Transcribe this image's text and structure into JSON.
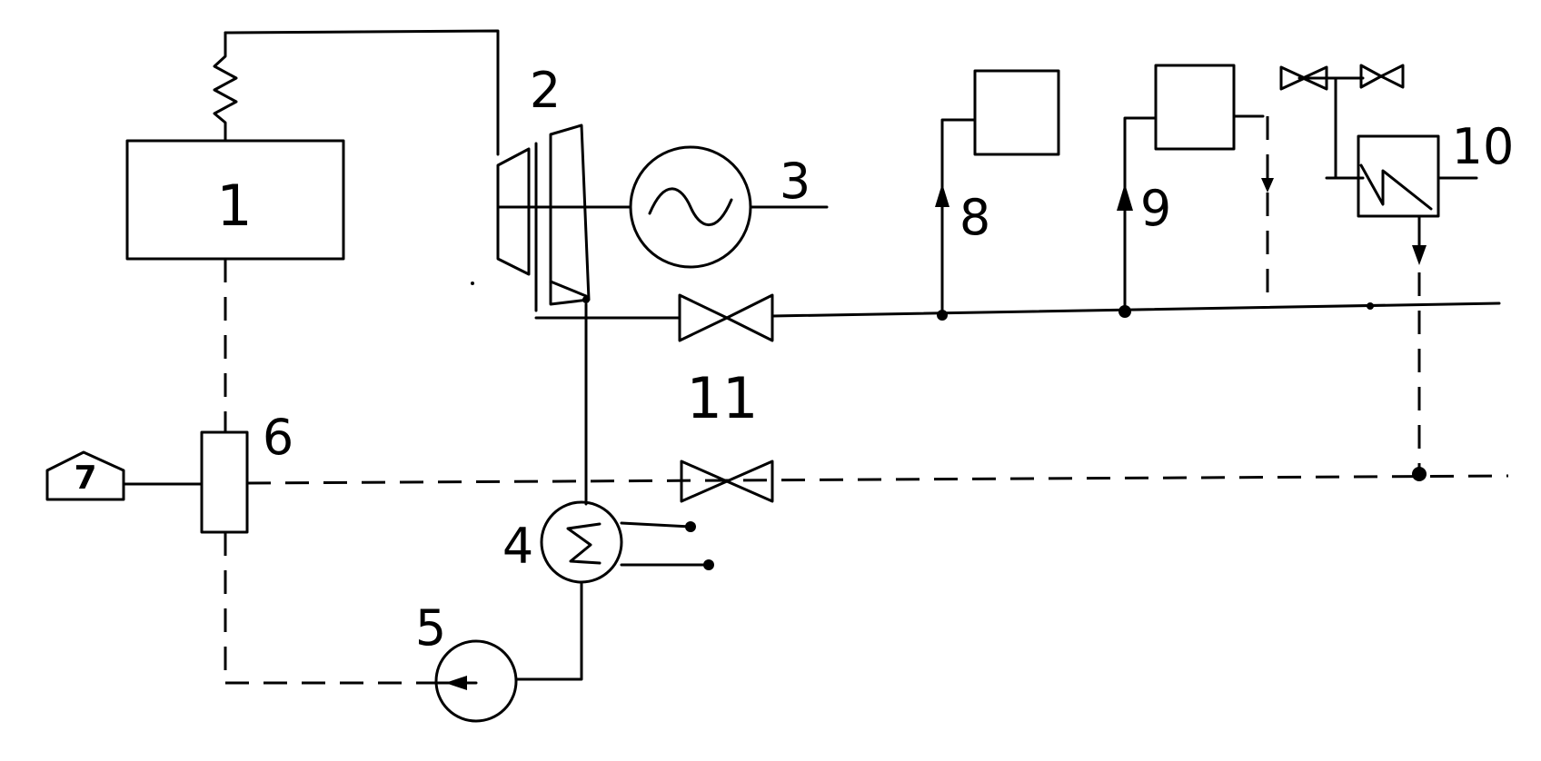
{
  "labels": {
    "boiler": "1",
    "turbine": "2",
    "generator": "3",
    "condenser": "4",
    "pump": "5",
    "controller": "6",
    "sensor": "7",
    "consumer_8": "8",
    "consumer_9": "9",
    "heater": "10",
    "valve": "11"
  }
}
